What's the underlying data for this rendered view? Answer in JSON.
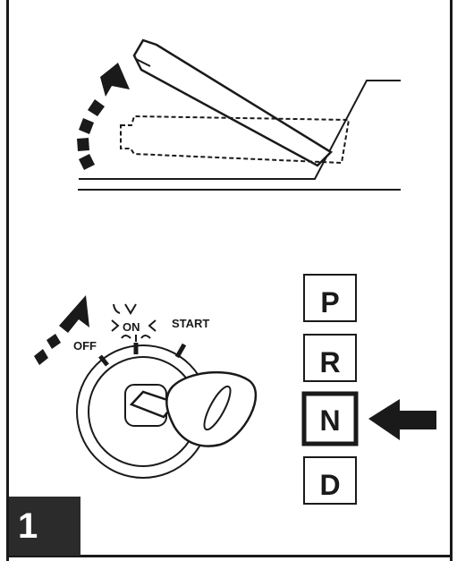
{
  "step": {
    "number": "1"
  },
  "ignition": {
    "labels": {
      "off": "OFF",
      "on": "ON",
      "start": "START"
    }
  },
  "gear_selector": {
    "gears": [
      "P",
      "R",
      "N",
      "D"
    ],
    "selected": "N"
  },
  "colors": {
    "ink": "#1a1a1a",
    "badge": "#2b2b2b",
    "paper": "#ffffff"
  }
}
